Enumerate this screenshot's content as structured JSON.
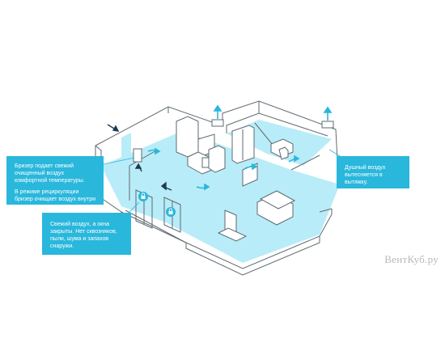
{
  "callouts": {
    "breather": {
      "line1": "Бризер подает свежий очищенный воздух комфортной температуры.",
      "line2": "В режиме рециркуляции бризер очищает воздух внутри комнаты."
    },
    "windows": {
      "text": "Свежий воздух, а окна закрыты. Нет сквозняков, пыли, шума и запахов снаружи."
    },
    "exhaust": {
      "text": "Душный воздух вытесняется в вытяжку."
    }
  },
  "watermark": "ВентКуб.ру",
  "colors": {
    "accent": "#29b7dc",
    "air_fill": "#b8ecf8",
    "line": "#5f6a70",
    "arrow_fresh": "#29b7dc",
    "arrow_outside": "#1f3a4d"
  },
  "icons": [
    "lock-icon",
    "arrow-up-icon",
    "arrow-in-icon"
  ]
}
